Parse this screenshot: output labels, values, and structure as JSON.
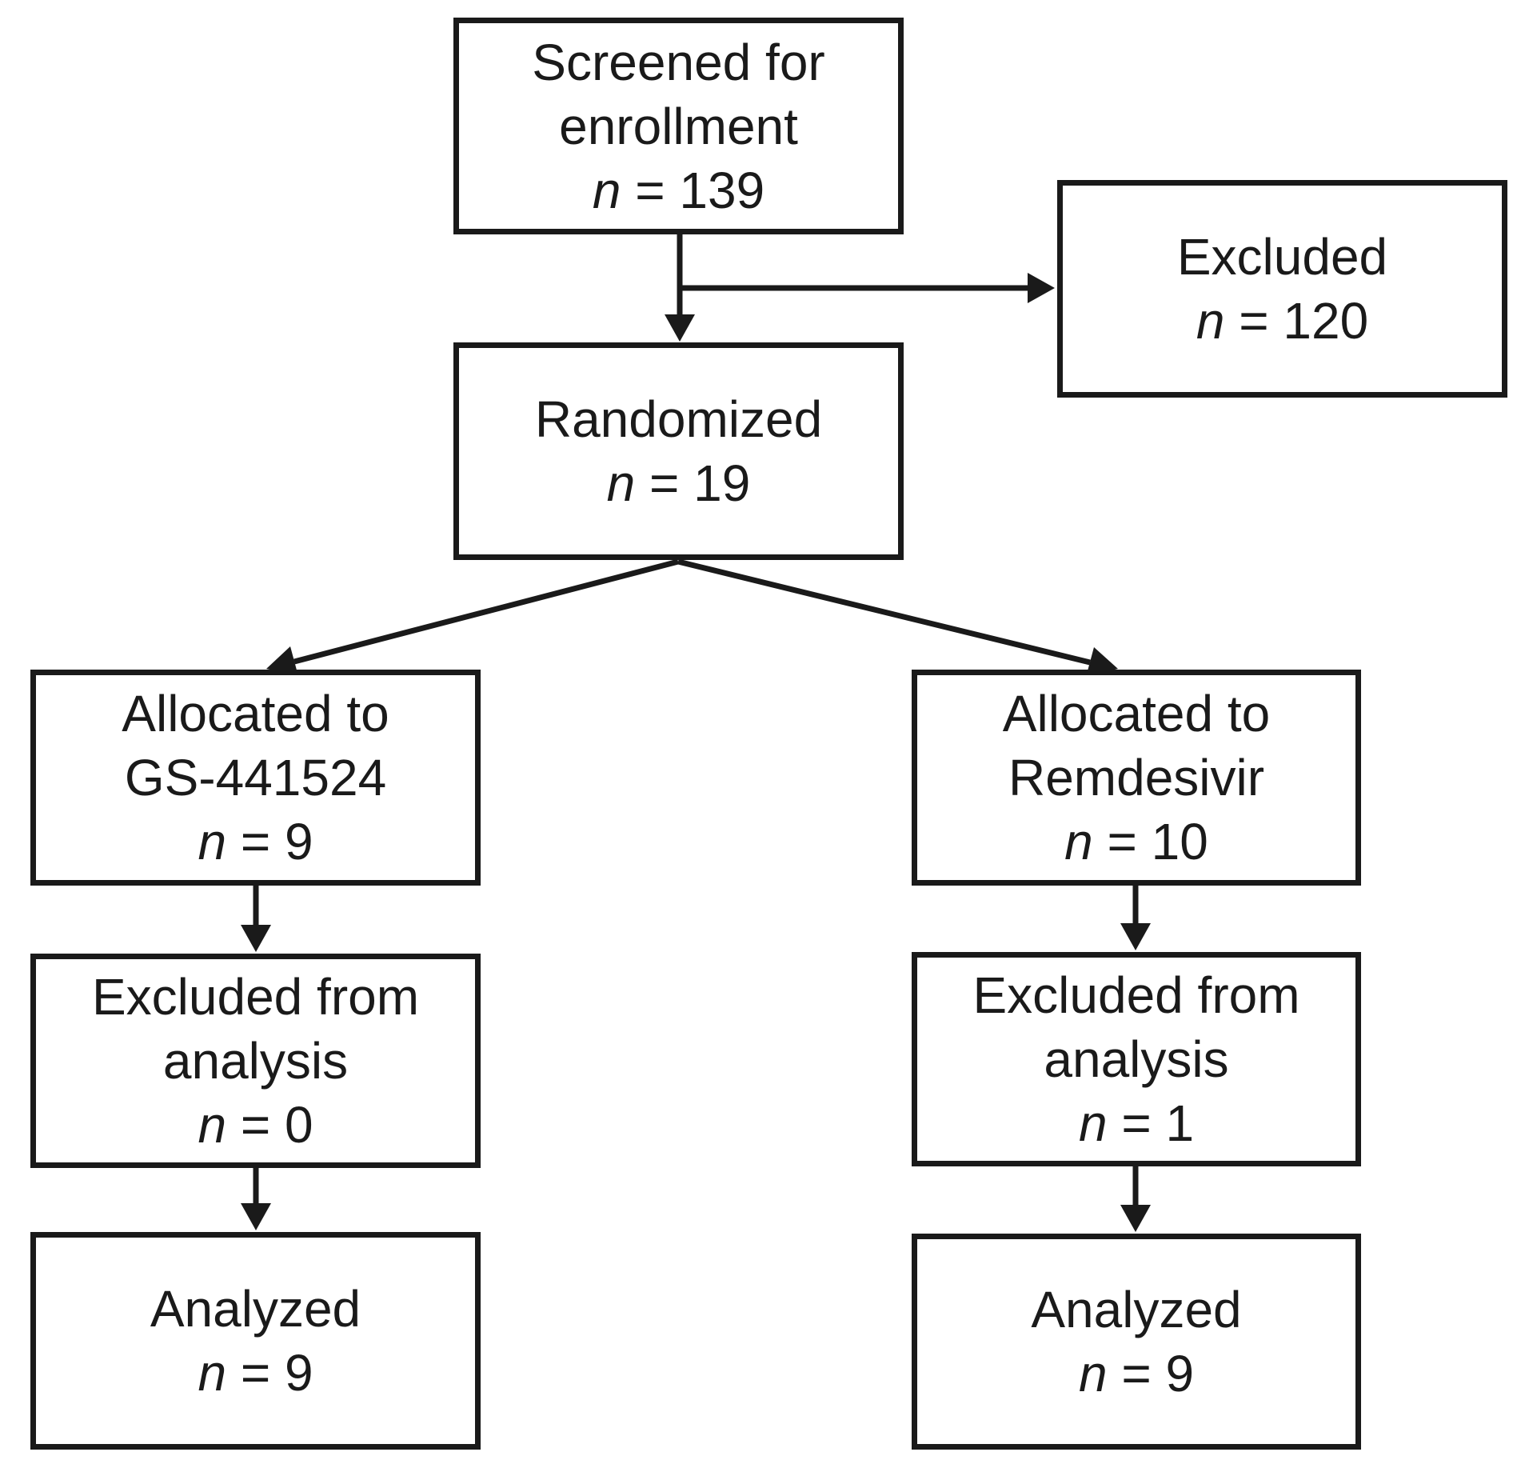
{
  "diagram_type": "flowchart",
  "nodes": {
    "screened": {
      "lines": [
        "Screened for",
        "enrollment"
      ],
      "n_var": "n",
      "n_rest": " = 139"
    },
    "excluded": {
      "lines": [
        "Excluded"
      ],
      "n_var": "n",
      "n_rest": " = 120"
    },
    "randomized": {
      "lines": [
        "Randomized"
      ],
      "n_var": "n",
      "n_rest": " = 19"
    },
    "allocated_gs": {
      "lines": [
        "Allocated to",
        "GS-441524"
      ],
      "n_var": "n",
      "n_rest": " = 9"
    },
    "allocated_rem": {
      "lines": [
        "Allocated to",
        "Remdesivir"
      ],
      "n_var": "n",
      "n_rest": " = 10"
    },
    "excluded_analysis_gs": {
      "lines": [
        "Excluded from",
        "analysis"
      ],
      "n_var": "n",
      "n_rest": " = 0"
    },
    "excluded_analysis_rem": {
      "lines": [
        "Excluded from",
        "analysis"
      ],
      "n_var": "n",
      "n_rest": " = 1"
    },
    "analyzed_gs": {
      "lines": [
        "Analyzed"
      ],
      "n_var": "n",
      "n_rest": " = 9"
    },
    "analyzed_rem": {
      "lines": [
        "Analyzed"
      ],
      "n_var": "n",
      "n_rest": " = 9"
    }
  },
  "edges": [
    {
      "from": "screened",
      "to": "randomized"
    },
    {
      "from": "screened",
      "to": "excluded"
    },
    {
      "from": "randomized",
      "to": "allocated_gs"
    },
    {
      "from": "randomized",
      "to": "allocated_rem"
    },
    {
      "from": "allocated_gs",
      "to": "excluded_analysis_gs"
    },
    {
      "from": "excluded_analysis_gs",
      "to": "analyzed_gs"
    },
    {
      "from": "allocated_rem",
      "to": "excluded_analysis_rem"
    },
    {
      "from": "excluded_analysis_rem",
      "to": "analyzed_rem"
    }
  ],
  "colors": {
    "stroke": "#1a1a1a",
    "text": "#1a1a1a",
    "box_fill": "#ffffff",
    "background": "#ffffff"
  }
}
